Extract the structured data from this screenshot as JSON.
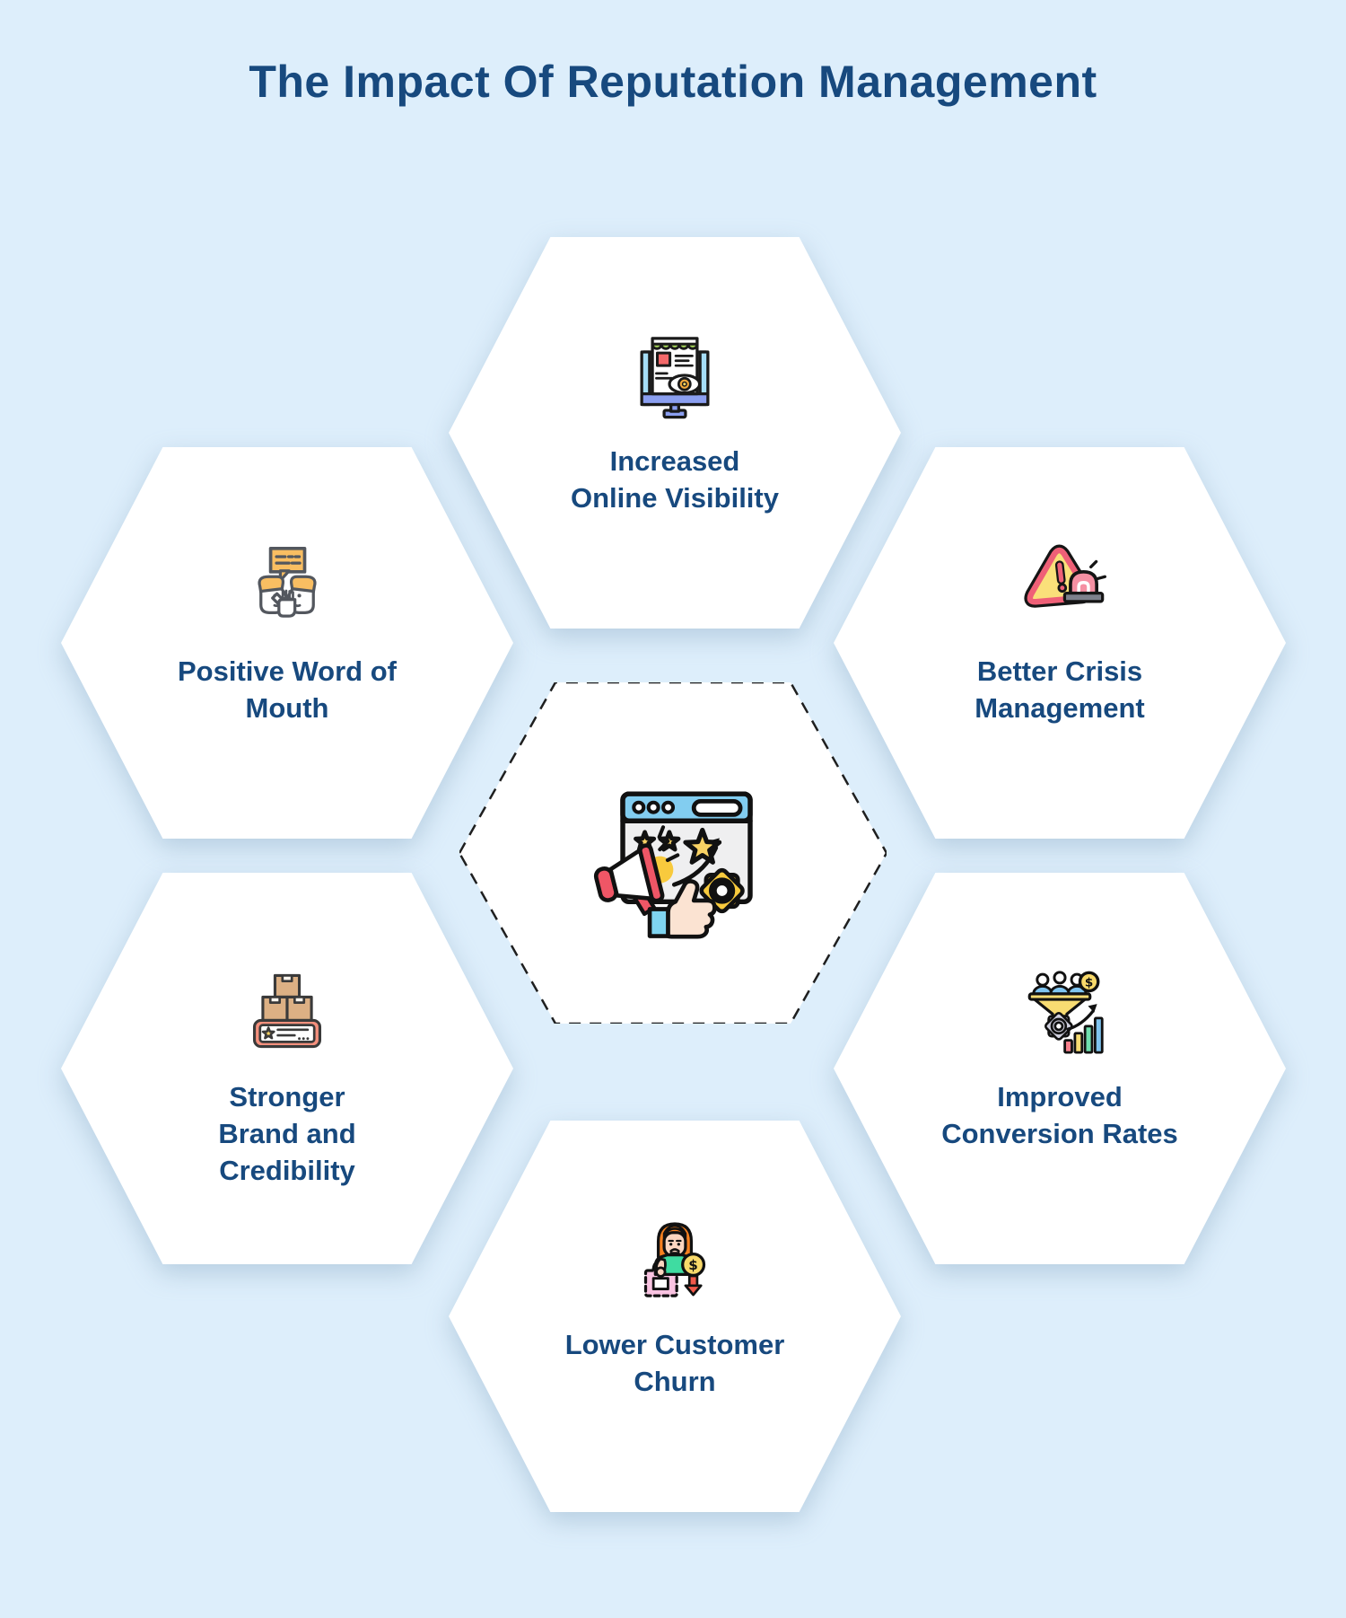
{
  "title": "The Impact Of Reputation Management",
  "theme": {
    "background": "#ddeefb",
    "text_navy": "#17497E",
    "hexagon_fill": "#ffffff",
    "dashed_border": "#1f1f1f",
    "shadow": "rgba(125,158,186,0.40)"
  },
  "center_hexagon": {
    "icon": "reputation-dashboard-icon",
    "style": "dashed-outline"
  },
  "items": [
    {
      "id": "increased-online-visibility",
      "label": "Increased\nOnline Visibility",
      "icon": "storefront-monitor-eye-icon",
      "position": "top"
    },
    {
      "id": "positive-word-of-mouth",
      "label": "Positive Word of\nMouth",
      "icon": "people-conversation-icon",
      "position": "middle-left"
    },
    {
      "id": "better-crisis-management",
      "label": "Better Crisis\nManagement",
      "icon": "warning-siren-icon",
      "position": "middle-right"
    },
    {
      "id": "stronger-brand-credibility",
      "label": "Stronger\nBrand and\nCredibility",
      "icon": "boxes-certificate-icon",
      "position": "bottom-left"
    },
    {
      "id": "improved-conversion-rates",
      "label": "Improved\nConversion Rates",
      "icon": "conversion-funnel-chart-icon",
      "position": "bottom-right"
    },
    {
      "id": "lower-customer-churn",
      "label": "Lower Customer\nChurn",
      "icon": "unhappy-customer-churn-icon",
      "position": "bottom"
    }
  ]
}
